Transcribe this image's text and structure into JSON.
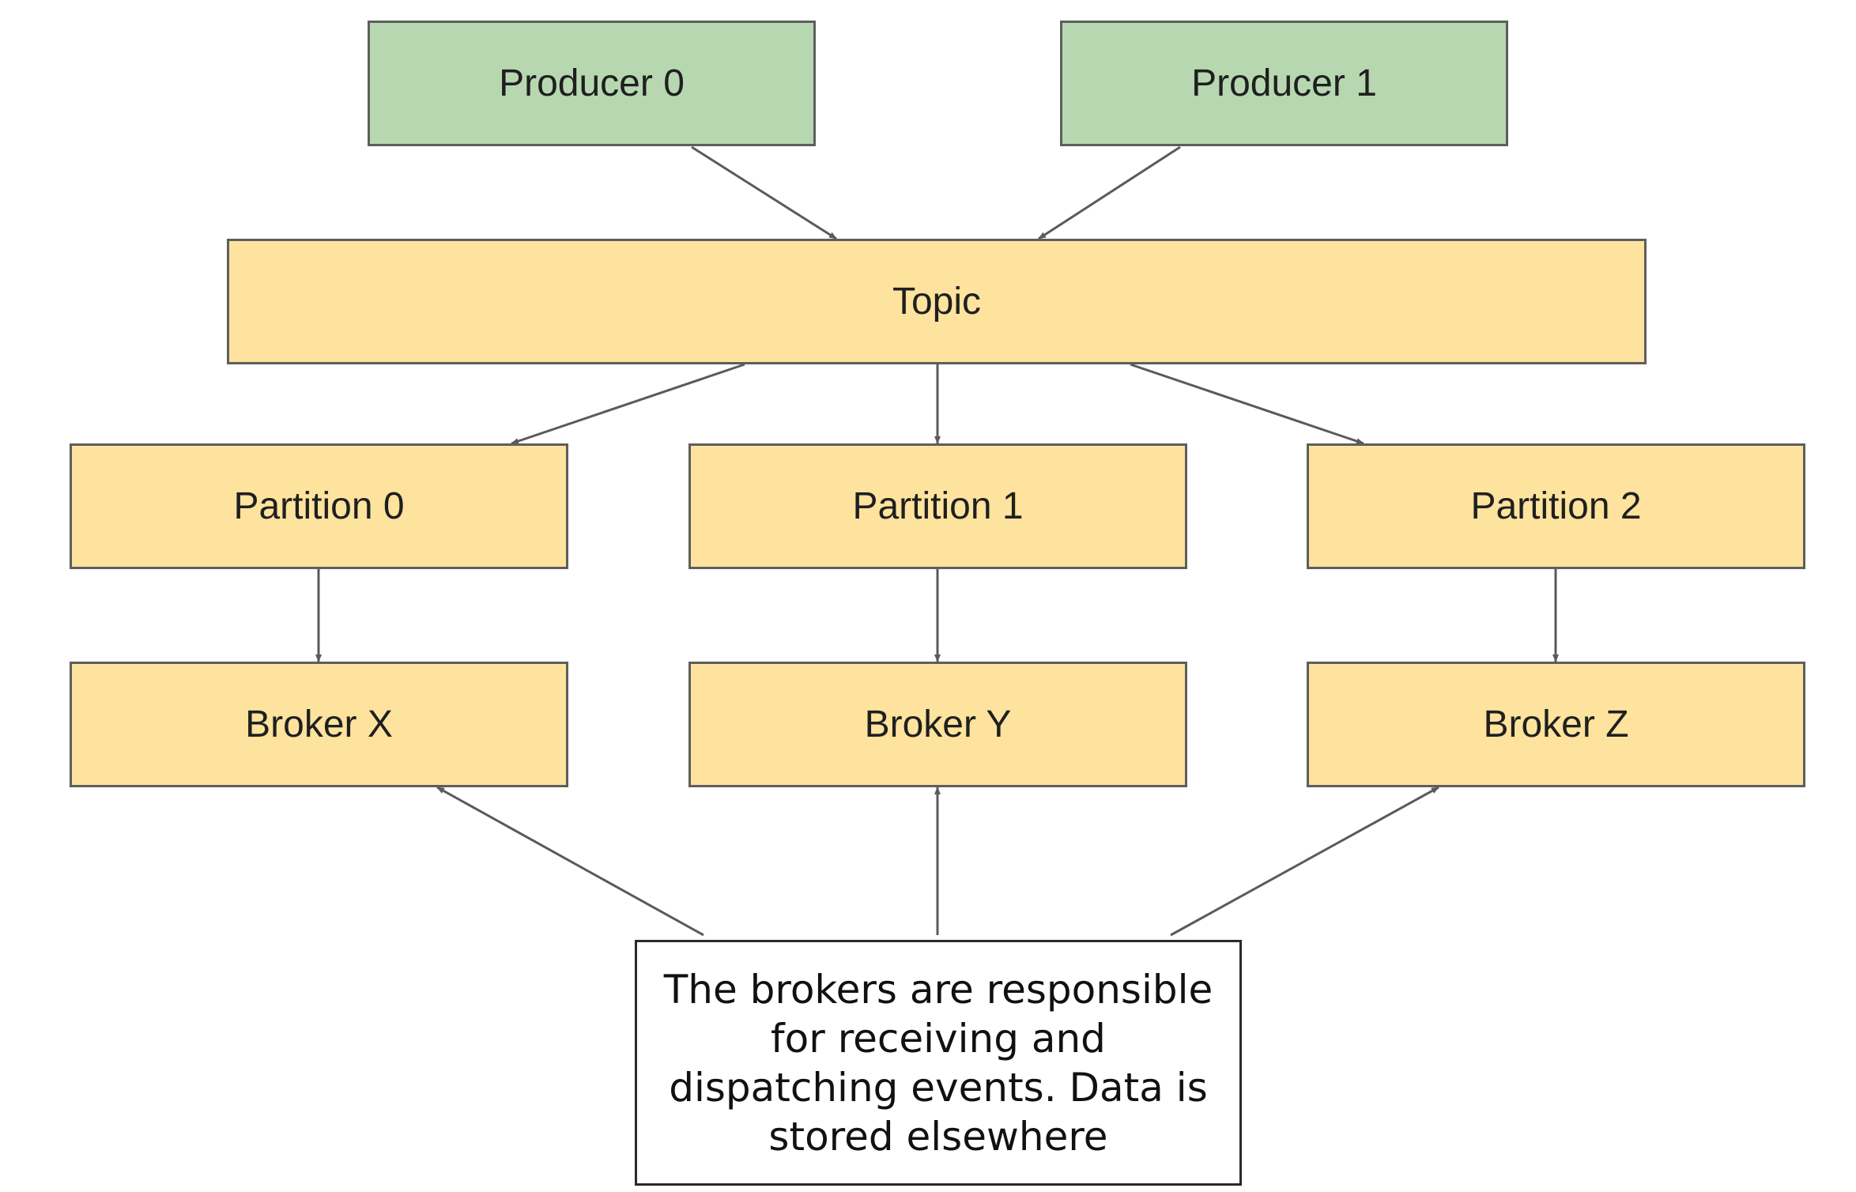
{
  "producers": [
    {
      "label": "Producer 0"
    },
    {
      "label": "Producer 1"
    }
  ],
  "topic": {
    "label": "Topic"
  },
  "partitions": [
    {
      "label": "Partition 0"
    },
    {
      "label": "Partition 1"
    },
    {
      "label": "Partition 2"
    }
  ],
  "brokers": [
    {
      "label": "Broker X"
    },
    {
      "label": "Broker Y"
    },
    {
      "label": "Broker Z"
    }
  ],
  "note": {
    "lines": [
      "The brokers are responsible",
      "for receiving and",
      "dispatching events. Data is",
      "stored elsewhere"
    ]
  },
  "colors": {
    "producer_fill": "#b7d7b1",
    "node_fill": "#fde39d",
    "border": "#5e5e5e",
    "arrow": "#5a5a5a"
  }
}
